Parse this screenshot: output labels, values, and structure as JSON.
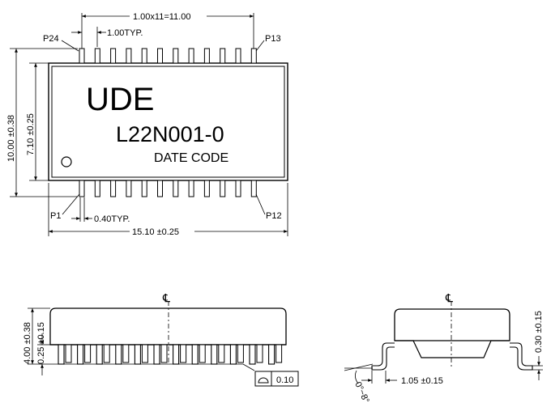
{
  "marking": {
    "brand": "UDE",
    "part_number": "L22N001-0",
    "date_code": "DATE CODE"
  },
  "top_view": {
    "pitch_total": "1.00x11=11.00",
    "pitch_typ": "1.00TYP.",
    "pin_width_typ": "0.40TYP.",
    "body_length": "15.10 ±0.25",
    "overall_width": "10.00 ±0.38",
    "body_width": "7.10 ±0.25",
    "pin_labels": {
      "top_left": "P24",
      "top_right": "P13",
      "bottom_left": "P1",
      "bottom_right": "P12"
    },
    "pins_per_side": 12
  },
  "front_view": {
    "height": "4.00 ±0.38",
    "standoff": "0.25 ±0.15",
    "coplanarity": "0.10",
    "centerline_symbol": "℄"
  },
  "side_view": {
    "lead_thickness": "0.30 ±0.15",
    "foot_length": "1.05 ±0.15",
    "foot_angle": "0°~8°",
    "centerline_symbol": "℄"
  }
}
